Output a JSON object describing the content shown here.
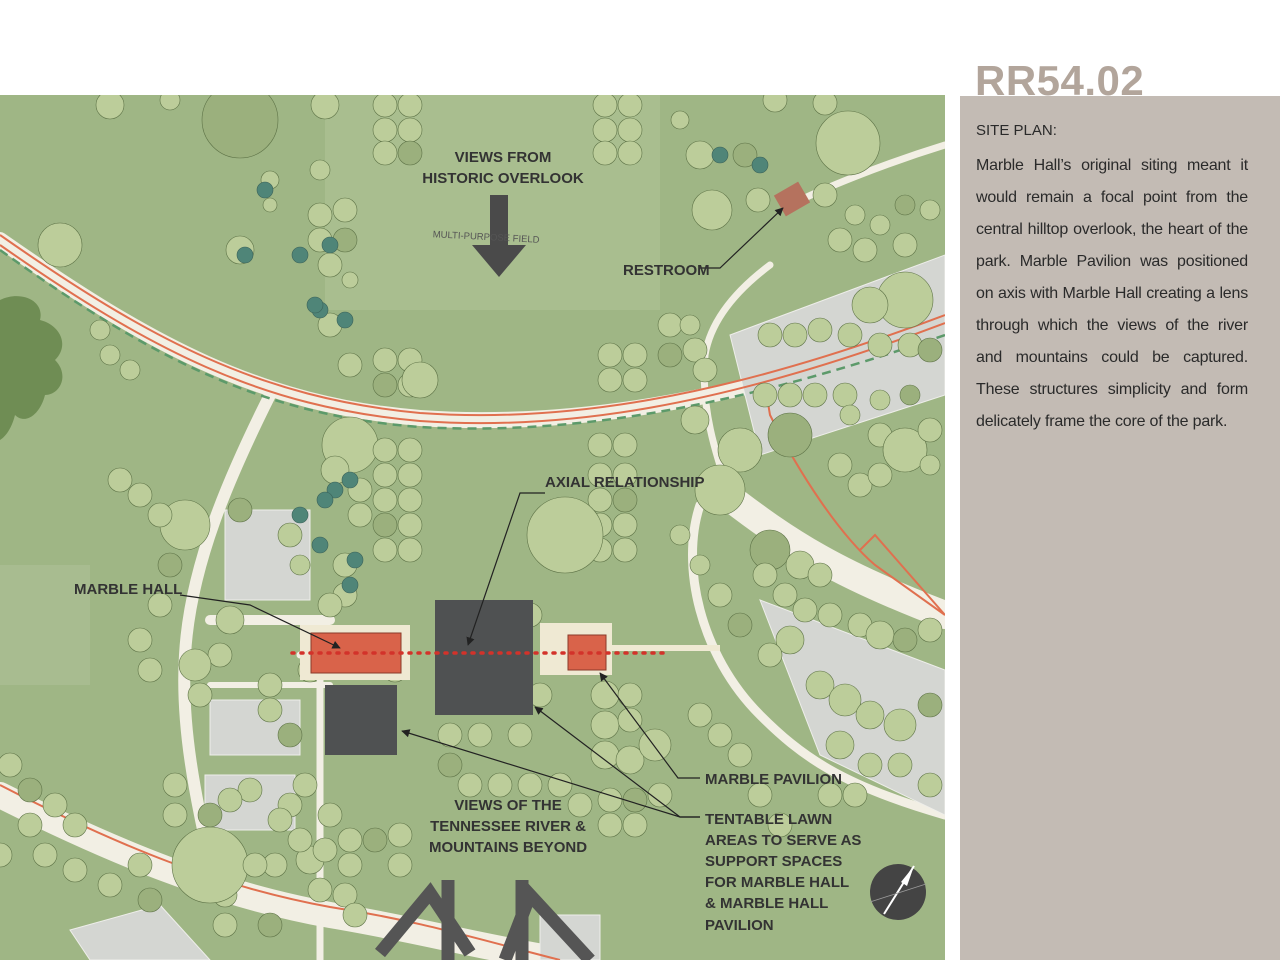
{
  "sheet_id": "RR54.02",
  "panel": {
    "heading": "SITE PLAN:",
    "body": "Marble Hall’s original siting meant it would remain a focal point from the central hilltop overlook, the heart of the park. Marble Pavilion was positioned on axis with Marble Hall creating a lens through which the views of the river and mountains could be captured. These structures simplicity and form delicately frame the core of the park."
  },
  "map_labels": {
    "views_from_1": "VIEWS FROM",
    "views_from_2": "HISTORIC OVERLOOK",
    "field": "MULTI-PURPOSE FIELD",
    "restroom": "RESTROOM",
    "axial": "AXIAL RELATIONSHIP",
    "marble_hall": "MARBLE HALL",
    "marble_pavilion": "MARBLE PAVILION",
    "lawn_1": "TENTABLE LAWN",
    "lawn_2": "AREAS TO SERVE AS",
    "lawn_3": "SUPPORT SPACES",
    "lawn_4": "FOR MARBLE HALL",
    "lawn_5": "& MARBLE HALL",
    "lawn_6": "PAVILION",
    "views_of_1": "VIEWS OF THE",
    "views_of_2": "TENNESSEE RIVER &",
    "views_of_3": "MOUNTAINS BEYOND"
  },
  "colors": {
    "lawn": "#9fb685",
    "tree": "#bccd9a",
    "building": "#d9634a",
    "lawn_pad": "#4f5152",
    "axis": "#d3322a",
    "road": "#f2efe4",
    "panel": "#c3bbb4",
    "title": "#b2a59b"
  },
  "icons": [
    "north-arrow-icon"
  ]
}
